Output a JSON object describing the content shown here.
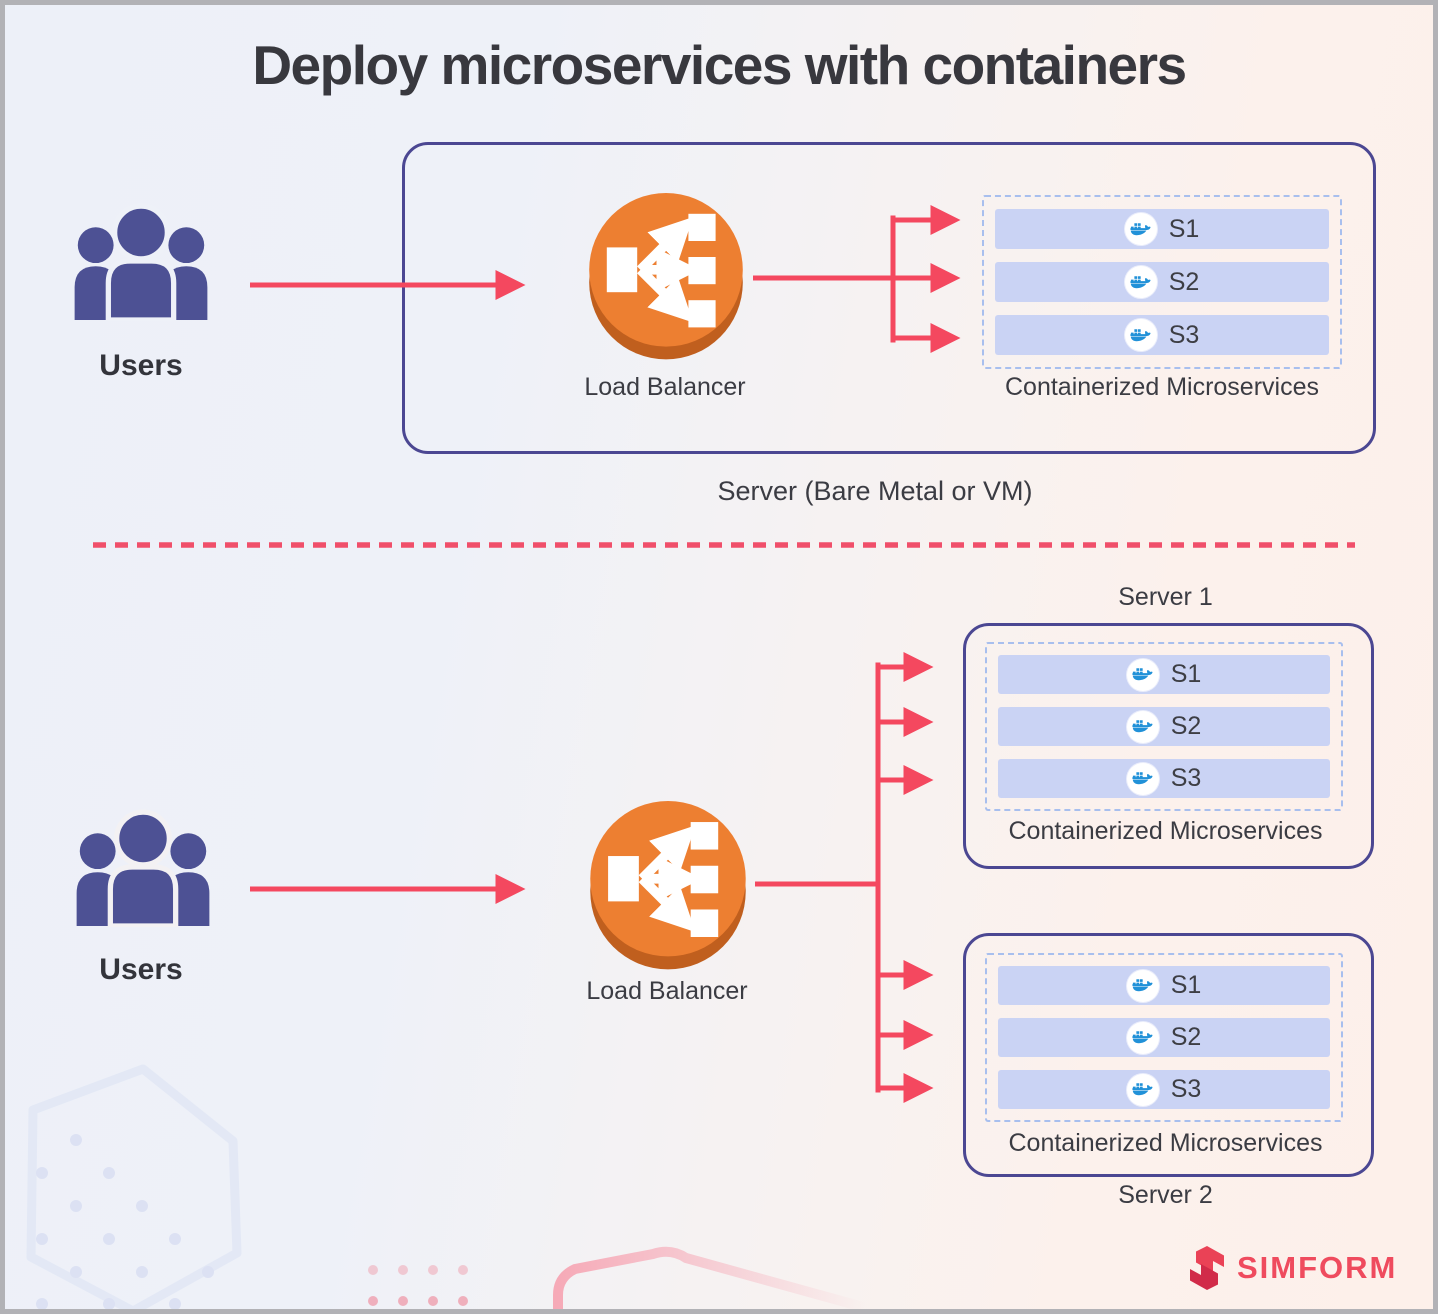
{
  "title": "Deploy microservices with containers",
  "top": {
    "users_label": "Users",
    "load_balancer_label": "Load Balancer",
    "server_caption": "Server (Bare Metal or VM)",
    "cluster": {
      "services": [
        "S1",
        "S2",
        "S3"
      ],
      "caption": "Containerized Microservices"
    }
  },
  "bottom": {
    "users_label": "Users",
    "load_balancer_label": "Load Balancer",
    "server1": {
      "name": "Server 1",
      "services": [
        "S1",
        "S2",
        "S3"
      ],
      "caption": "Containerized Microservices"
    },
    "server2": {
      "name": "Server 2",
      "services": [
        "S1",
        "S2",
        "S3"
      ],
      "caption": "Containerized Microservices"
    }
  },
  "branding": {
    "logo_text": "SIMFORM"
  },
  "icons": {
    "users": "users-group-icon",
    "load_balancer": "load-balancer-icon",
    "container": "docker-whale-icon",
    "logo": "simform-logo-icon"
  },
  "colors": {
    "arrow_pink": "#F4485F",
    "divider_pink": "#F04F6A",
    "load_balancer_orange": "#ED7F31",
    "docker_blue": "#2191D8",
    "box_border_indigo": "#4B4792",
    "service_row_lavender": "#CAD3F4",
    "users_indigo": "#4D5194",
    "brand_red": "#EF4B5E"
  }
}
